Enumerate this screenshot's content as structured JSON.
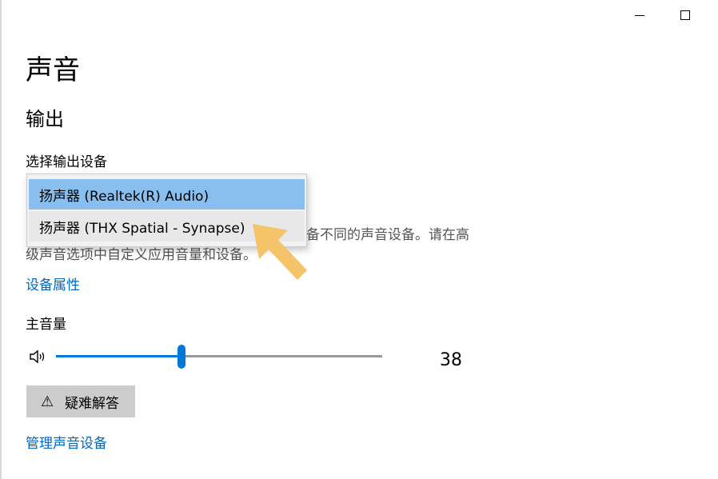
{
  "window": {
    "minimize_label": "",
    "maximize_label": ""
  },
  "page": {
    "title": "声音",
    "section": "输出",
    "choose_output_label": "选择输出设备"
  },
  "dropdown": {
    "options": [
      {
        "label": "扬声器 (Realtek(R) Audio)",
        "selected": true
      },
      {
        "label": "扬声器 (THX Spatial - Synapse)",
        "selected": false
      }
    ]
  },
  "description": {
    "line1_visible": "备不同的声音设备。请在高",
    "line2": "级声音选项中自定义应用音量和设备。"
  },
  "links": {
    "device_properties": "设备属性",
    "manage_devices": "管理声音设备"
  },
  "volume": {
    "label": "主音量",
    "value": "38",
    "percent": 38,
    "icon": "speaker-icon"
  },
  "troubleshoot": {
    "icon": "warning-icon",
    "icon_glyph": "⚠",
    "label": "疑难解答"
  },
  "colors": {
    "accent": "#0078d7",
    "link": "#0067c0",
    "selected_option": "#89bfee",
    "annotation_arrow": "#f5c46a"
  }
}
